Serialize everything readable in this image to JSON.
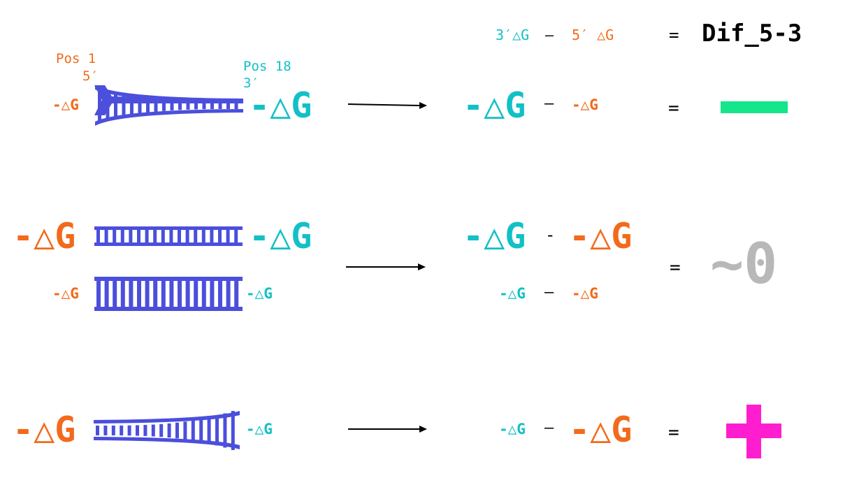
{
  "colors": {
    "five_prime": "#f26a1b",
    "three_prime": "#12c0c6",
    "duplex": "#4b4fdc",
    "negative": "#14e68c",
    "positive": "#ff1ecf",
    "zero": "#b8b8b8"
  },
  "header": {
    "three_prime_dg": "3′△G",
    "minus": "—",
    "five_prime_dg": "5′ △G",
    "equals": "=",
    "result_label": "Dif_5-3"
  },
  "row1": {
    "pos_left": "Pos 1",
    "prime_left": "5′",
    "pos_right": "Pos 18",
    "prime_right": "3′",
    "left_dg": "-△G",
    "right_dg": "-△G",
    "expr_first": "-△G",
    "expr_minus": "—",
    "expr_second": "-△G",
    "equals": "=",
    "result": "negative bar"
  },
  "row2": {
    "top_left_dg": "-△G",
    "top_right_dg": "-△G",
    "bottom_left_dg": "-△G",
    "bottom_right_dg": "-△G",
    "expr_top_first": "-△G",
    "expr_top_minus": "-",
    "expr_top_second": "-△G",
    "expr_bottom_first": "-△G",
    "expr_bottom_minus": "—",
    "expr_bottom_second": "-△G",
    "equals": "=",
    "result": "~0"
  },
  "row3": {
    "left_dg": "-△G",
    "right_dg": "-△G",
    "expr_first": "-△G",
    "expr_minus": "—",
    "expr_second": "-△G",
    "equals": "=",
    "result": "plus sign"
  }
}
